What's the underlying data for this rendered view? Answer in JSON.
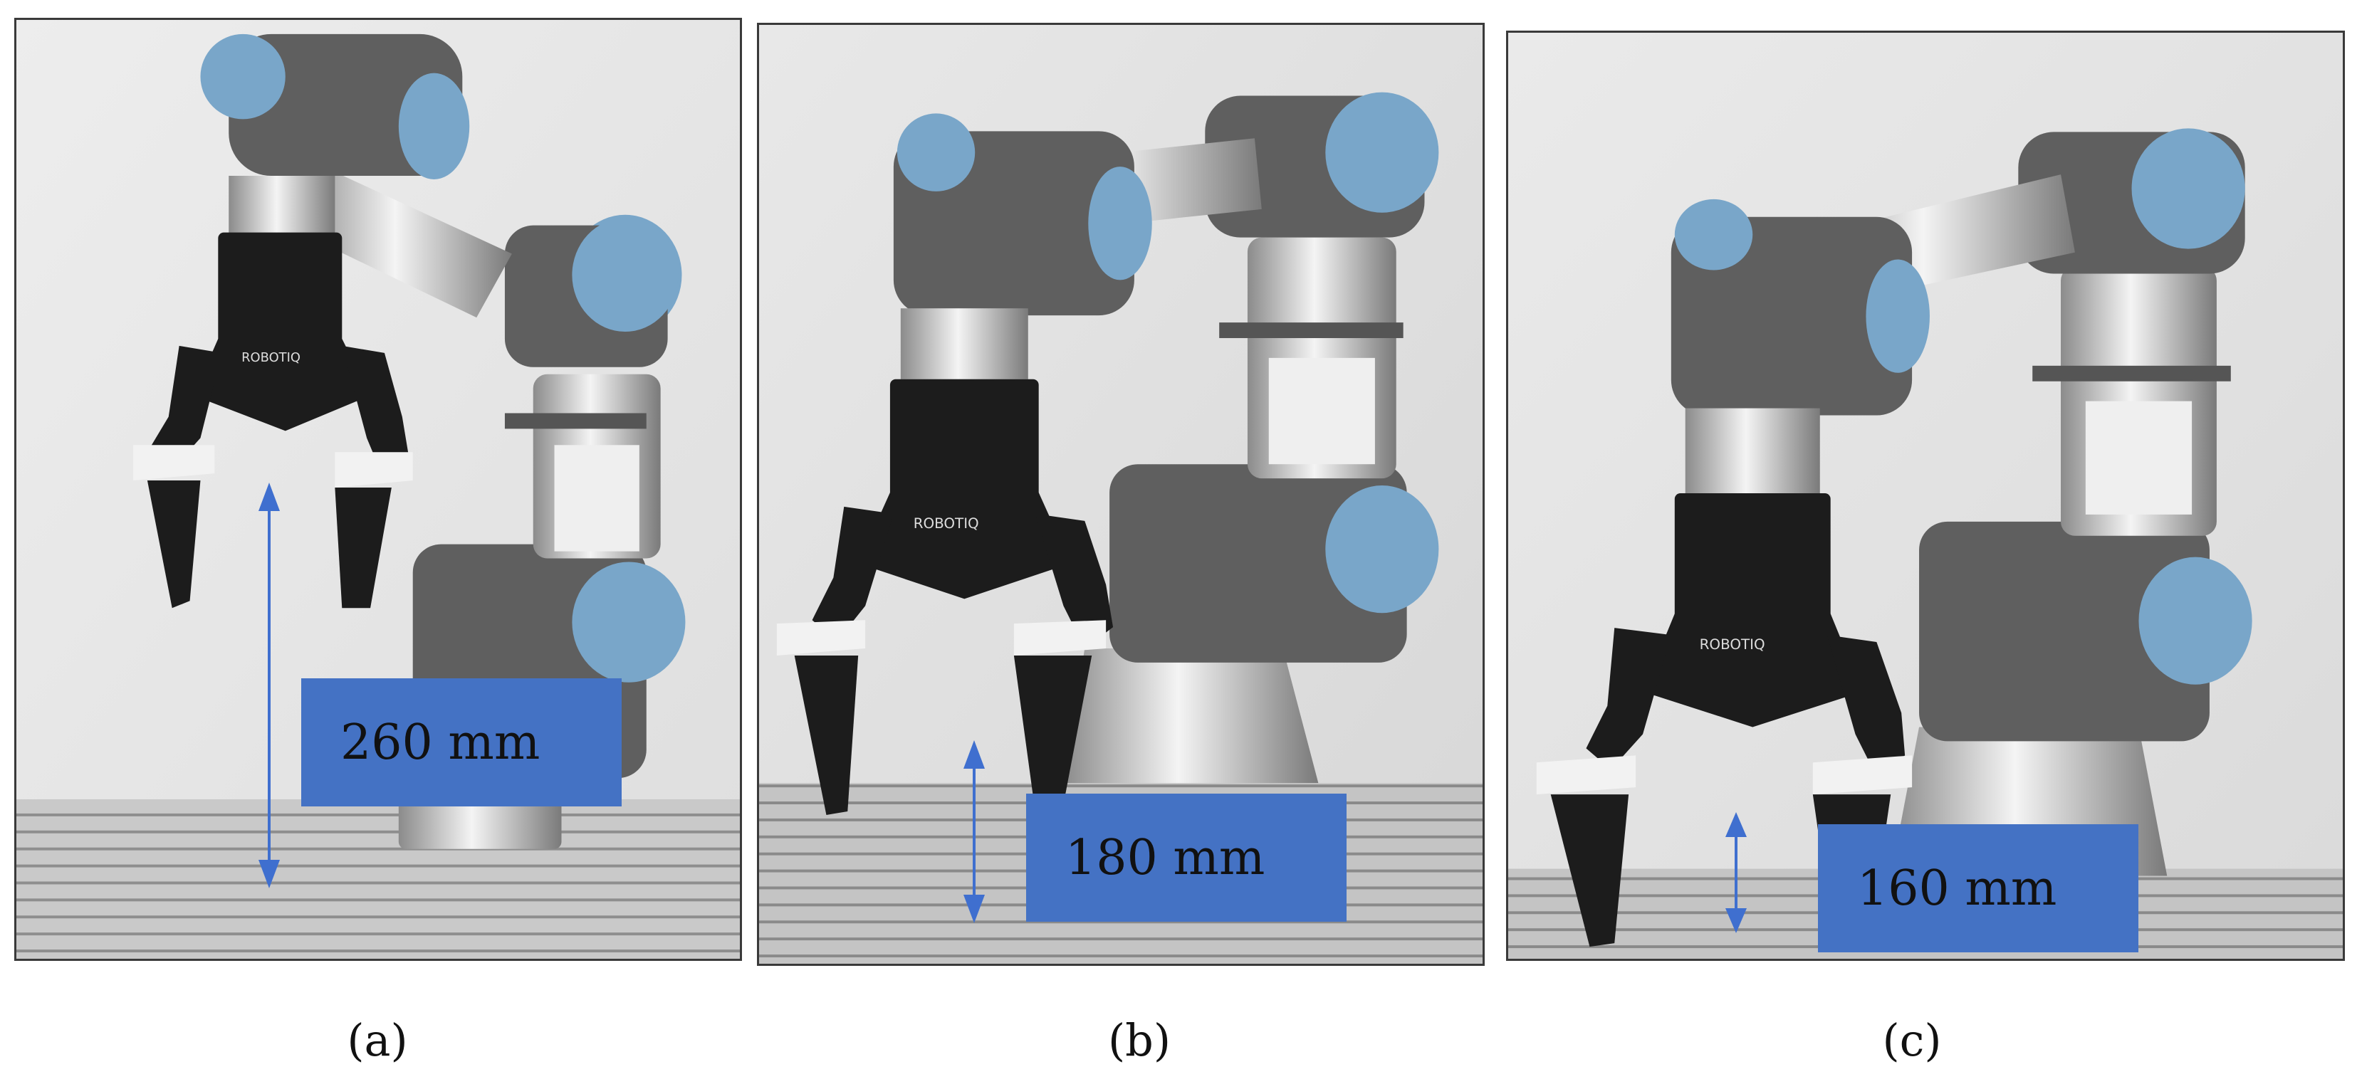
{
  "panels": [
    {
      "caption": "(a)",
      "height_label": "260 mm"
    },
    {
      "caption": "(b)",
      "height_label": "180 mm"
    },
    {
      "caption": "(c)",
      "height_label": "160 mm"
    }
  ],
  "gripper_brand": "ROBOTIQ",
  "colors": {
    "label_box": "#4472c4",
    "arrow": "#3f6fcf",
    "robot_joint_blue": "#79a6c9",
    "robot_body_gray": "#5f5f5f",
    "gripper_black": "#1c1c1c",
    "table_stripes": "#9a9a9a"
  }
}
